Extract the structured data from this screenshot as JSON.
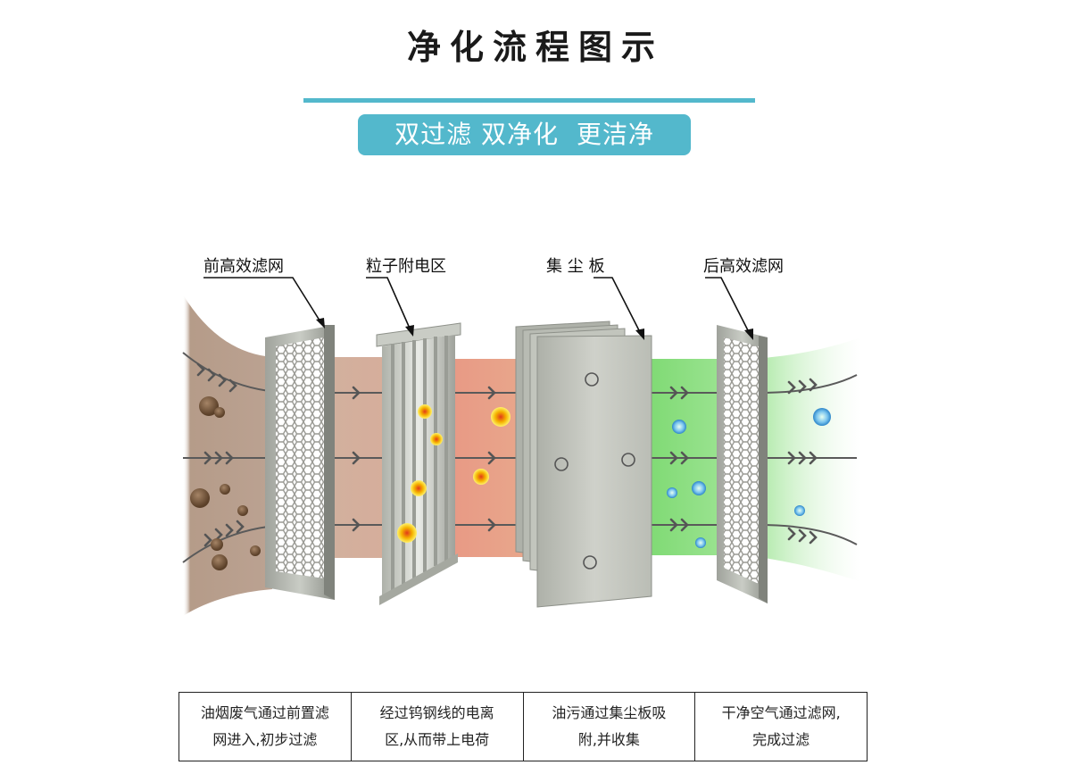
{
  "title": "净化流程图示",
  "subtitle": "双过滤 双净化  更洁净",
  "stages": [
    {
      "label": "前高效滤网"
    },
    {
      "label": "粒子附电区"
    },
    {
      "label": "集 尘 板"
    },
    {
      "label": "后高效滤网"
    }
  ],
  "captions": [
    {
      "line1": "油烟废气通过前置滤",
      "line2": "网进入,初步过滤"
    },
    {
      "line1": "经过钨钢线的电离",
      "line2": "区,从而带上电荷"
    },
    {
      "line1": "油污通过集尘板吸",
      "line2": "附,并收集"
    },
    {
      "line1": "干净空气通过滤网,",
      "line2": "完成过滤"
    }
  ],
  "colors": {
    "accent": "#53b8cc",
    "smoke": "#a88a74",
    "charged_zone": "#e88a74",
    "clean_zone": "#7fd97a",
    "particle_dirty": "#6b4e36",
    "particle_charged": "#f5b400",
    "particle_clean": "#3a9ad9",
    "plate": "#b9bcb4",
    "flow_line": "#555555"
  }
}
